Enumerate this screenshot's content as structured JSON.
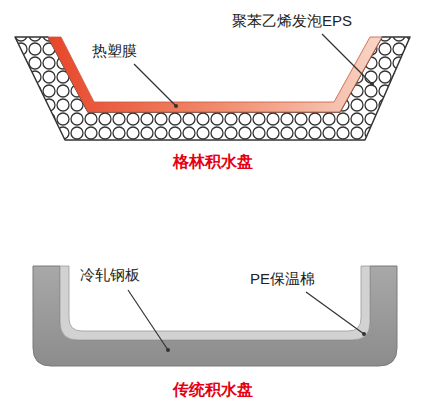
{
  "diagram": {
    "labels": [
      "热塑膜",
      "聚苯乙烯发泡EPS",
      "格林积水盘",
      "冷轧钢板",
      "PE保温棉",
      "传统积水盘"
    ]
  }
}
